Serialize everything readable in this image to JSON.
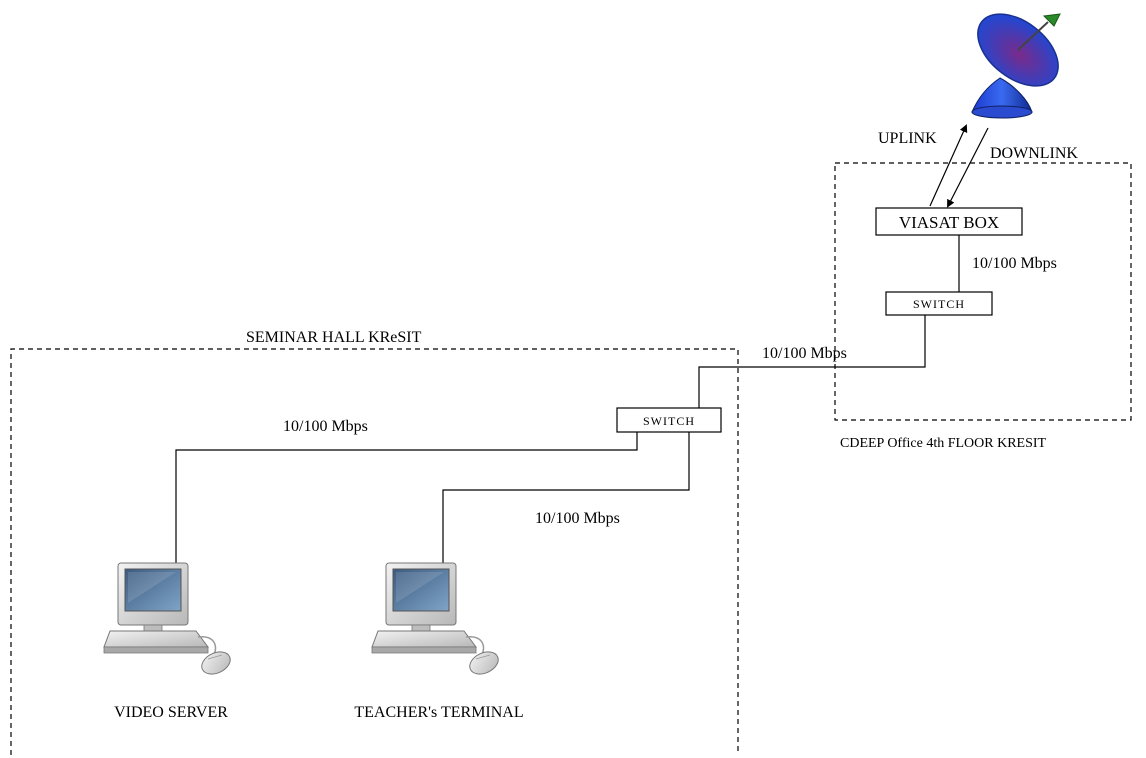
{
  "zones": {
    "seminar_hall": "SEMINAR HALL KReSIT",
    "cdeep_office": "CDEEP Office 4th FLOOR KRESIT"
  },
  "links": {
    "uplink": "UPLINK",
    "downlink": "DOWNLINK"
  },
  "nodes": {
    "viasat_box": "VIASAT BOX",
    "switch_cdeep": "SWITCH",
    "switch_seminar": "SWITCH",
    "video_server": "VIDEO SERVER",
    "teacher_terminal": "TEACHER's TERMINAL"
  },
  "bandwidth": {
    "viasat_to_switch": "10/100 Mbps",
    "switch_to_switch": "10/100 Mbps",
    "switch_to_video_server": "10/100 Mbps",
    "switch_to_teacher_terminal": "10/100 Mbps"
  },
  "icons": {
    "satellite": "satellite-dish-icon",
    "computer": "desktop-computer-icon"
  }
}
